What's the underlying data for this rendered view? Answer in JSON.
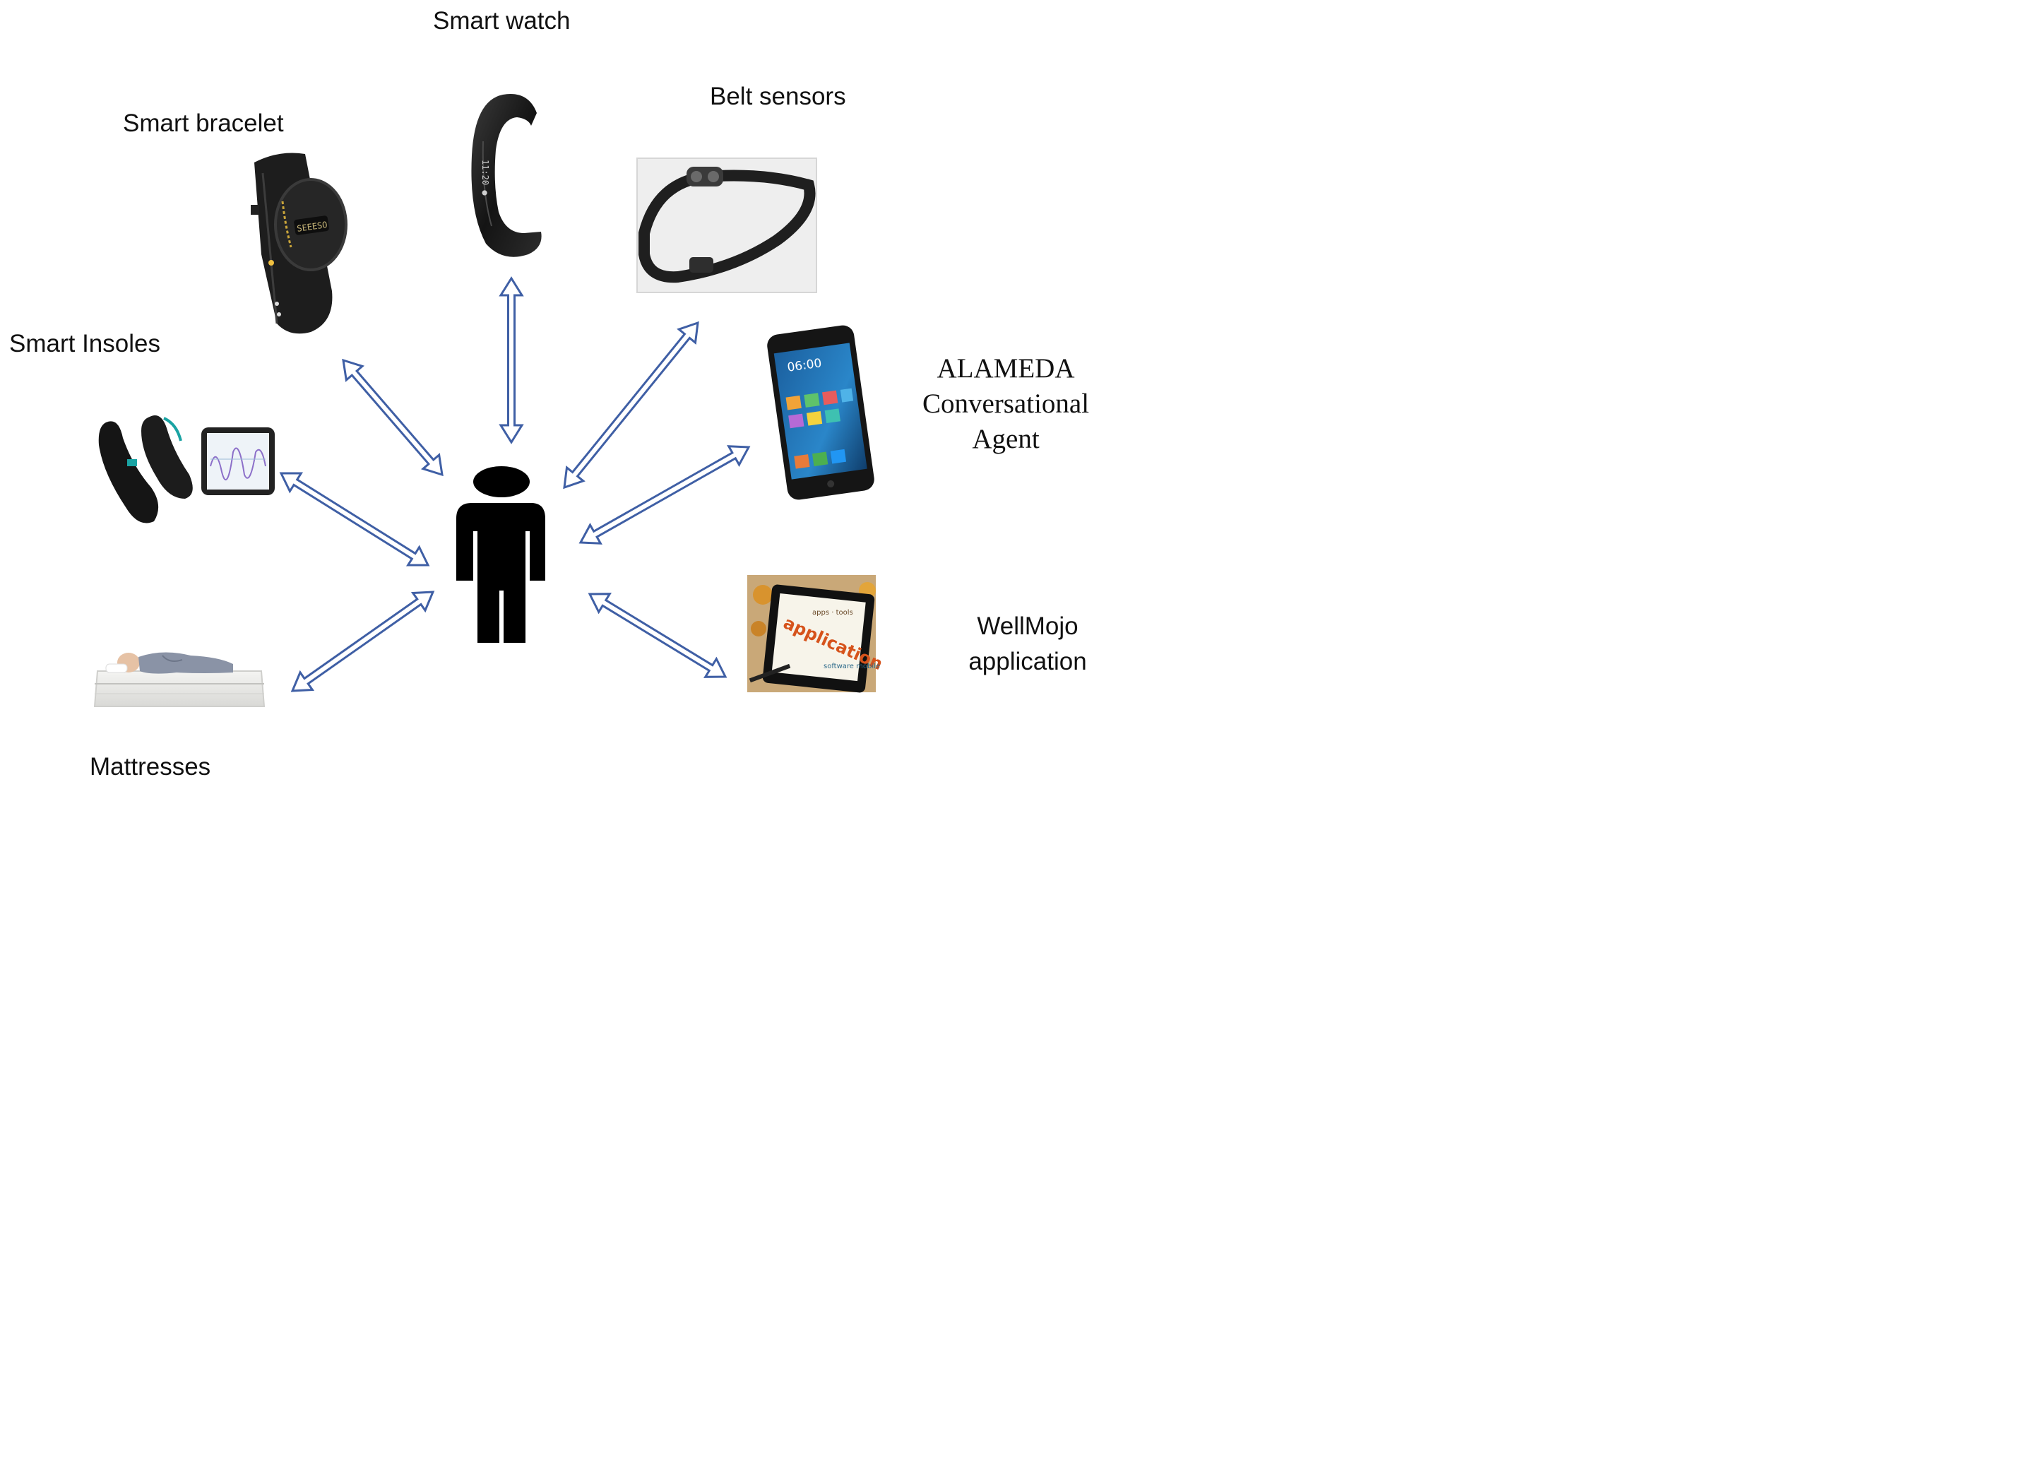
{
  "user": {
    "icon": "person-icon"
  },
  "devices": {
    "smart_watch": {
      "label": "Smart watch",
      "icon": "smart-watch-icon"
    },
    "belt_sensors": {
      "label": "Belt sensors",
      "icon": "belt-sensor-icon"
    },
    "smart_bracelet": {
      "label": "Smart bracelet",
      "icon": "smart-bracelet-icon"
    },
    "smart_insoles": {
      "label": "Smart Insoles",
      "icon": "smart-insoles-icon"
    },
    "alameda_agent": {
      "label_lines": [
        "ALAMEDA",
        "Conversational",
        "Agent"
      ],
      "icon": "smartphone-icon"
    },
    "wellmojo": {
      "label_lines": [
        "WellMojo",
        "application"
      ],
      "icon": "tablet-icon",
      "screen_word": "application"
    },
    "mattresses": {
      "label": "Mattresses",
      "icon": "mattress-icon"
    }
  },
  "colors": {
    "arrow": "#3f5fa5",
    "device": "#1c1c1c",
    "person": "#000000"
  }
}
